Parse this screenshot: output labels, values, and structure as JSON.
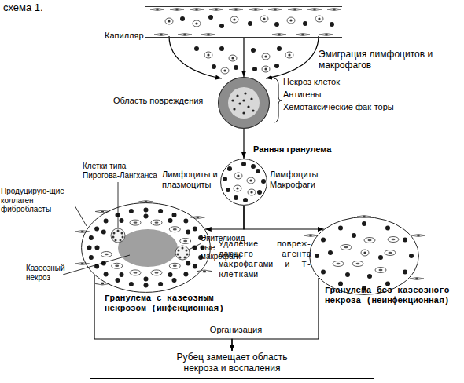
{
  "diagram": {
    "title": "схема 1.",
    "nodes": [
      {
        "text": [
          "Капилляр"
        ]
      },
      {
        "text": [
          "Область повреждения",
          "Некроз клеток",
          "Антигены",
          "Хемотаксические фак-торы"
        ]
      },
      {
        "text": [
          "Ранняя гранулема",
          "Лимфоциты и плазмоциты",
          "Лимфоциты Макрофаги"
        ]
      },
      {
        "text": [
          "Гранулема с казеозным некрозом (инфекционная)",
          "Клетки типа Пирогова-Лангханса",
          "Продуцирую-щие коллаген фибробласты",
          "Эпителиоид-ные макрофаги",
          "Казеозный некроз"
        ]
      },
      {
        "text": [
          "Гранулема без казеозного некроза (неинфекционная)"
        ]
      },
      {
        "text": [
          "Рубец замещает область некроза и воспаления"
        ]
      }
    ],
    "edges": [
      {
        "from": 0,
        "to": 1,
        "arrow": "to"
      },
      {
        "from": 1,
        "to": 2,
        "arrow": "to"
      },
      {
        "from": 2,
        "to": 3,
        "arrow": "to"
      },
      {
        "from": 2,
        "to": 4,
        "arrow": "to"
      },
      {
        "from": 3,
        "to": 5,
        "arrow": "to"
      },
      {
        "from": 4,
        "to": 5,
        "arrow": "to"
      }
    ],
    "labels": [
      "Эмиграция лимфоцитов и макрофагов",
      "Удаление повреж-дающего агента макрофагами и Т-клетками",
      "Организация"
    ]
  }
}
